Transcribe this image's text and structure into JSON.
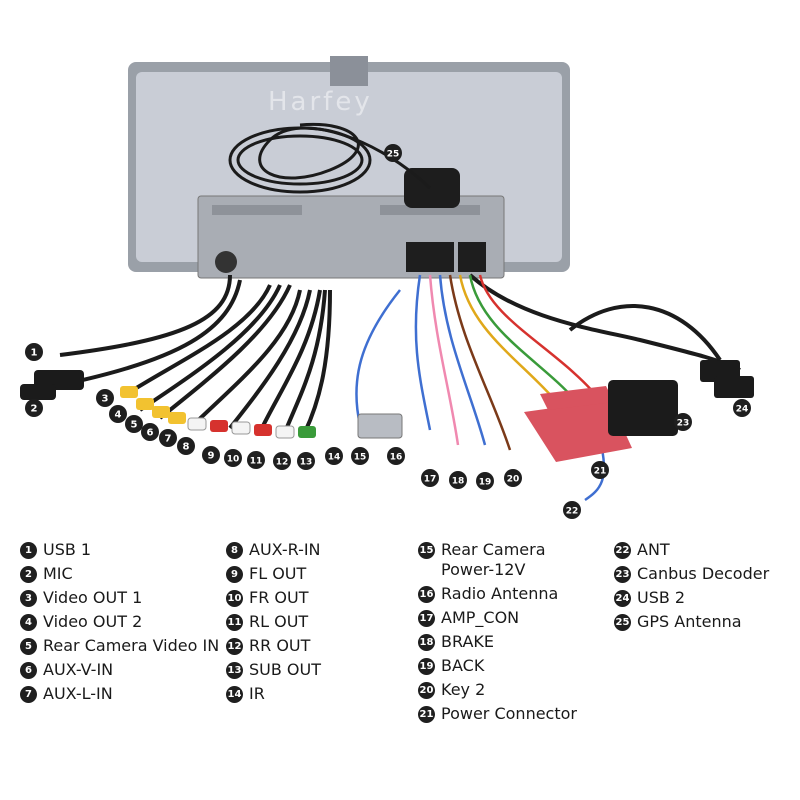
{
  "watermark": "Harfey",
  "callouts": [
    "1",
    "2",
    "3",
    "4",
    "5",
    "6",
    "7",
    "8",
    "9",
    "10",
    "11",
    "12",
    "13",
    "14",
    "15",
    "16",
    "17",
    "18",
    "19",
    "20",
    "21",
    "22",
    "23",
    "24",
    "25"
  ],
  "legend": [
    {
      "num": "1",
      "label": "USB 1"
    },
    {
      "num": "2",
      "label": "MIC"
    },
    {
      "num": "3",
      "label": "Video OUT 1"
    },
    {
      "num": "4",
      "label": "Video OUT 2"
    },
    {
      "num": "5",
      "label": "Rear Camera Video IN"
    },
    {
      "num": "6",
      "label": "AUX-V-IN"
    },
    {
      "num": "7",
      "label": "AUX-L-IN"
    },
    {
      "num": "8",
      "label": "AUX-R-IN"
    },
    {
      "num": "9",
      "label": "FL OUT"
    },
    {
      "num": "10",
      "label": "FR OUT"
    },
    {
      "num": "11",
      "label": "RL OUT"
    },
    {
      "num": "12",
      "label": "RR OUT"
    },
    {
      "num": "13",
      "label": "SUB OUT"
    },
    {
      "num": "14",
      "label": "IR"
    },
    {
      "num": "15",
      "label": "Rear Camera",
      "label2": "Power-12V"
    },
    {
      "num": "16",
      "label": "Radio Antenna"
    },
    {
      "num": "17",
      "label": "AMP_CON"
    },
    {
      "num": "18",
      "label": "BRAKE"
    },
    {
      "num": "19",
      "label": "BACK"
    },
    {
      "num": "20",
      "label": "Key 2"
    },
    {
      "num": "21",
      "label": "Power Connector"
    },
    {
      "num": "22",
      "label": "ANT"
    },
    {
      "num": "23",
      "label": "Canbus Decoder"
    },
    {
      "num": "24",
      "label": "USB 2"
    },
    {
      "num": "25",
      "label": "GPS Antenna"
    }
  ],
  "colors": {
    "badge": "#1f1f1f",
    "panel": "#c9cdd6",
    "chassis": "#a9adb4",
    "red_connector": "#d9535f",
    "yellow": "#f2c230",
    "white": "#f4f4f4",
    "red": "#d6322e",
    "green": "#3a9b3a",
    "blue": "#3f6fd1"
  }
}
